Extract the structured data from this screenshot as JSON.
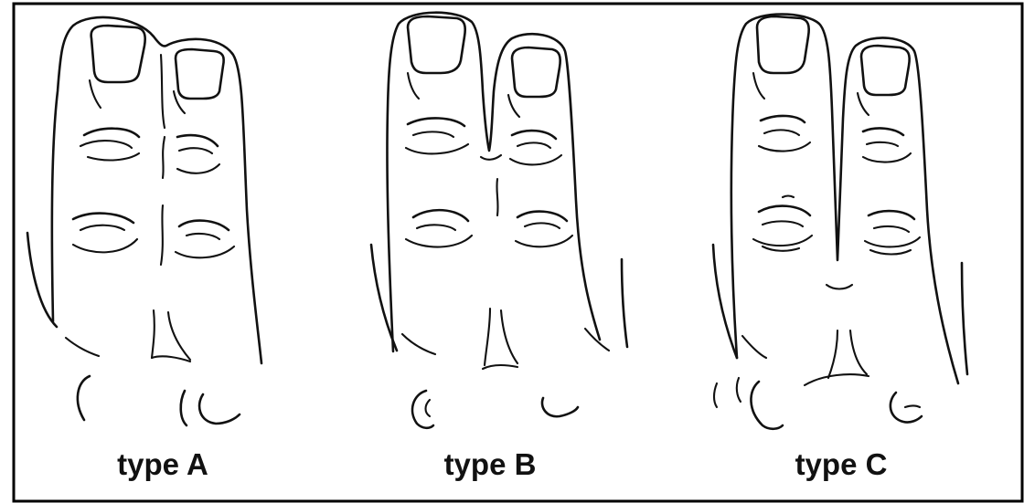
{
  "colors": {
    "ink": "#111111",
    "background": "#ffffff",
    "border": "#000000"
  },
  "panels": [
    {
      "id": "A",
      "caption": "type A"
    },
    {
      "id": "B",
      "caption": "type B"
    },
    {
      "id": "C",
      "caption": "type C"
    }
  ]
}
